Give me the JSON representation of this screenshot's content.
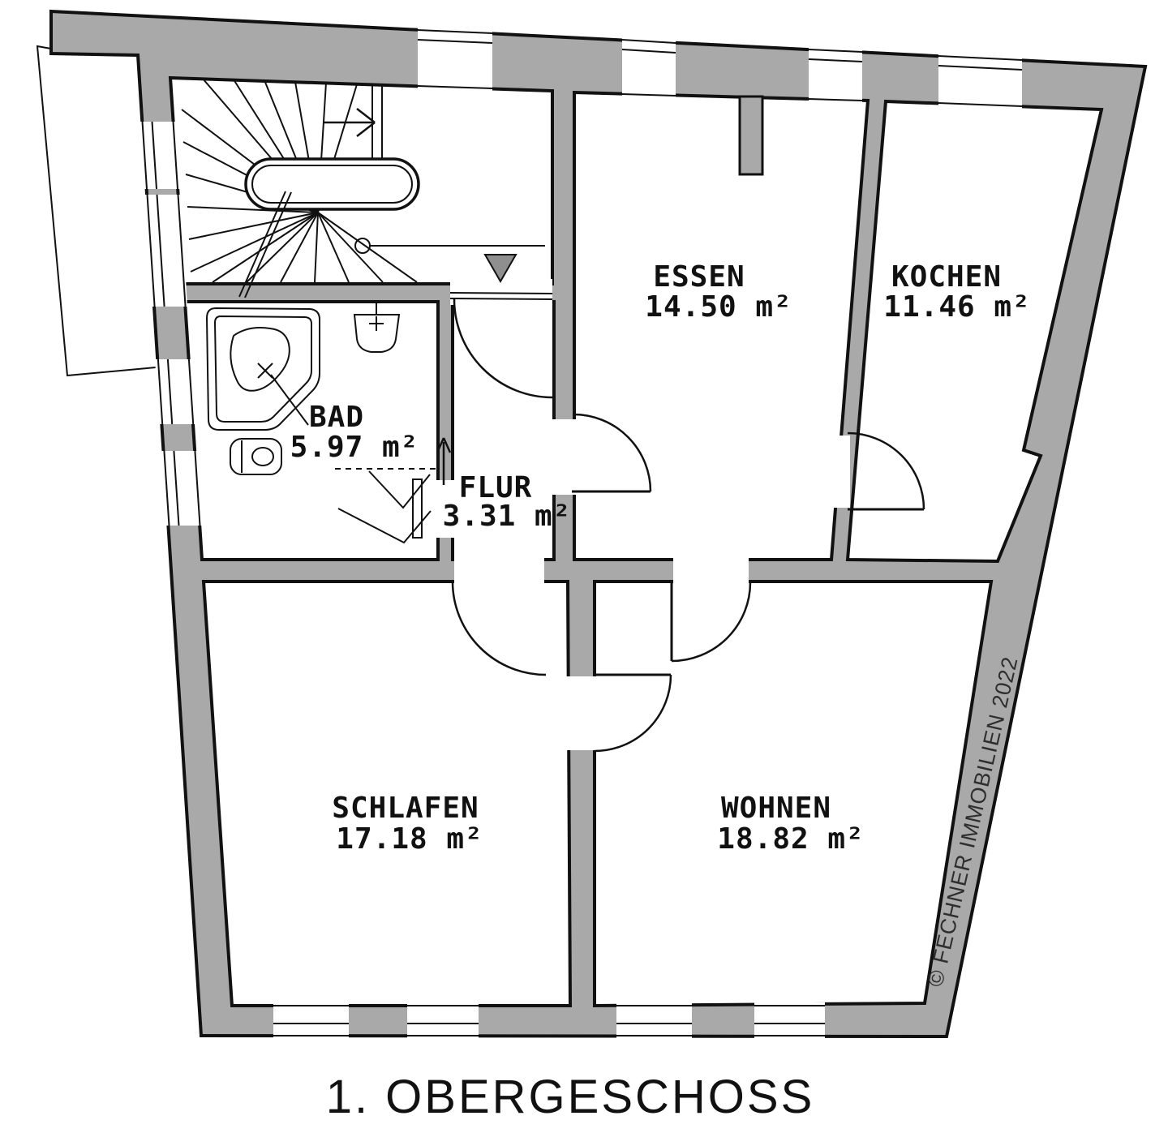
{
  "title": "1. OBERGESCHOSS",
  "watermark": "© FECHNER IMMOBILIEN 2022",
  "rooms": {
    "essen": {
      "name": "ESSEN",
      "area": "14.50  m²"
    },
    "kochen": {
      "name": "KOCHEN",
      "area": "11.46  m²"
    },
    "bad": {
      "name": "BAD",
      "area": "5.97  m²"
    },
    "flur": {
      "name": "FLUR",
      "area": "3.31  m²"
    },
    "schlafen": {
      "name": "SCHLAFEN",
      "area": "17.18  m²"
    },
    "wohnen": {
      "name": "WOHNEN",
      "area": "18.82  m²"
    }
  },
  "colors": {
    "wall_fill": "#a9a9a9",
    "outline": "#111111",
    "floor": "#ffffff",
    "entrance_marker": "#8f8f8f"
  }
}
